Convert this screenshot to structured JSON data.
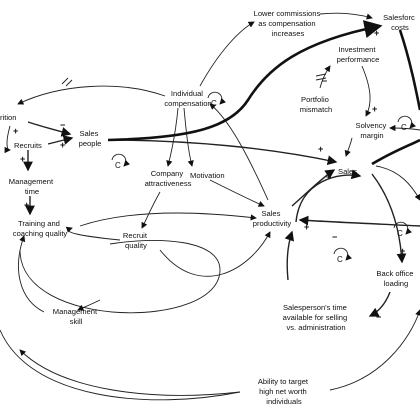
{
  "nodes": {
    "attrition": "rition",
    "recruits": "Recruits",
    "sales_people": [
      "Sales",
      "people"
    ],
    "management_time": [
      "Management",
      "time"
    ],
    "training": [
      "Training and",
      "coaching quality"
    ],
    "individual_comp": [
      "Individual",
      "compensation"
    ],
    "motivation": "Motivation",
    "company_attr": [
      "Company",
      "attractiveness"
    ],
    "recruit_quality": [
      "Recruit",
      "quality"
    ],
    "management_skill": [
      "Management",
      "skill"
    ],
    "sales_productivity": [
      "Sales",
      "productivity"
    ],
    "sales": "Sales",
    "lower_commissions": [
      "Lower commissions",
      "as compensation",
      "increases"
    ],
    "salesforce_costs": [
      "Salesforc",
      "costs"
    ],
    "investment_performance": [
      "Investment",
      "performance"
    ],
    "portfolio_mismatch": [
      "Portfolio",
      "mismatch"
    ],
    "solvency_margin": [
      "Solvency",
      "margin"
    ],
    "back_office": [
      "Back office",
      "loading"
    ],
    "salesperson_time": [
      "Salesperson's time",
      "available for selling",
      "vs. administration"
    ],
    "ability_target": [
      "Ability to target",
      "high net worth",
      "individuals"
    ]
  },
  "loop_markers": [
    "C",
    "C",
    "C",
    "C",
    "C"
  ]
}
